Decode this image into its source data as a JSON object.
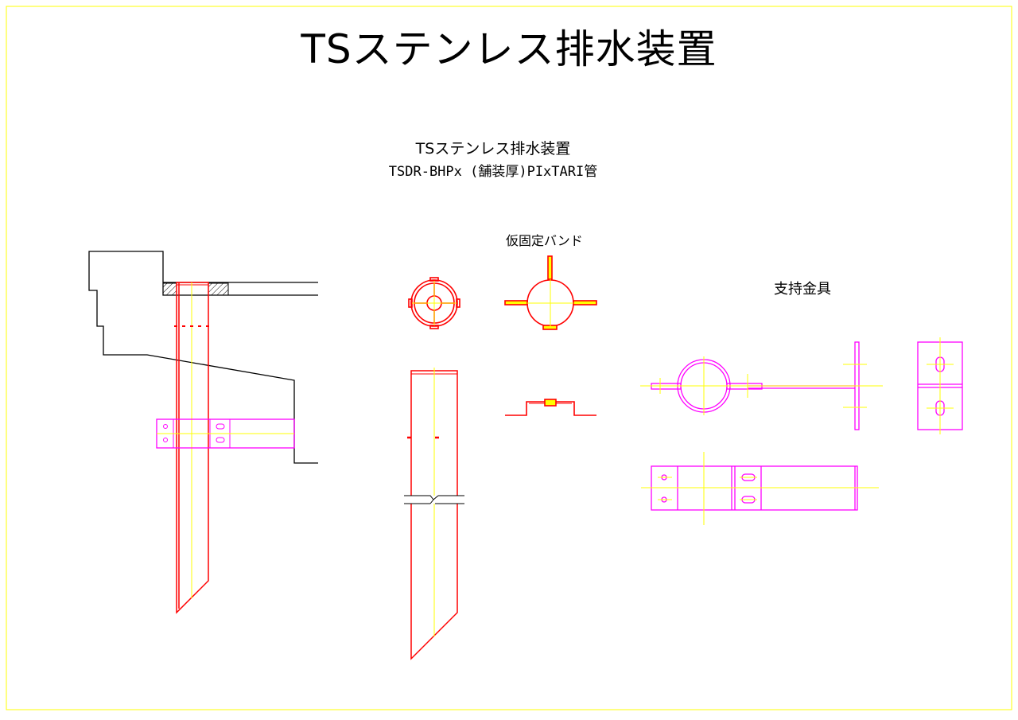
{
  "drawing": {
    "title": "TSステンレス排水装置",
    "subtitle": "TSステンレス排水装置",
    "model": "TSDR-BHPx (舗装厚)PIxTARI管",
    "band_label": "仮固定バンド",
    "support_label": "支持金具"
  },
  "colors": {
    "border": "#ffff00",
    "pipe": "#ff0000",
    "centerline": "#ffff00",
    "bracket": "#ff00ff",
    "structure": "#000000"
  }
}
